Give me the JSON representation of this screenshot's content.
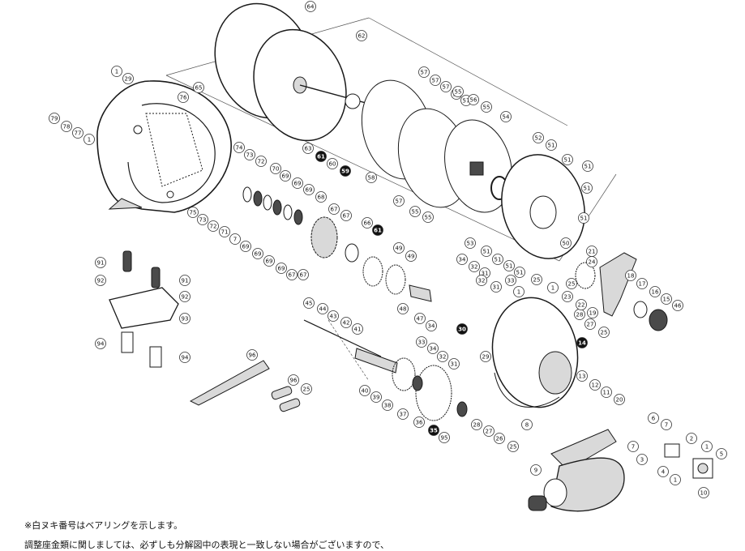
{
  "notes": {
    "line1": "※白ヌキ番号はベアリングを示します。",
    "line2": "調整座金類に関しましては、必ずしも分解図中の表現と一致しない場合がございますので、"
  },
  "colors": {
    "stroke": "#1a1a1a",
    "part_fill": "#ffffff",
    "part_shade": "#d9d9d9",
    "dark_part": "#4a4a4a",
    "bearing_badge": "#111111",
    "bearing_text": "#ffffff",
    "label_border": "#333333"
  },
  "part_labels": [
    {
      "n": "64",
      "bearing": false
    },
    {
      "n": "62",
      "bearing": false
    },
    {
      "n": "65",
      "bearing": false
    },
    {
      "n": "1",
      "bearing": false
    },
    {
      "n": "29",
      "bearing": false
    },
    {
      "n": "76",
      "bearing": false
    },
    {
      "n": "79",
      "bearing": false
    },
    {
      "n": "78",
      "bearing": false
    },
    {
      "n": "77",
      "bearing": false
    },
    {
      "n": "1",
      "bearing": false
    },
    {
      "n": "63",
      "bearing": false
    },
    {
      "n": "61",
      "bearing": true
    },
    {
      "n": "60",
      "bearing": false
    },
    {
      "n": "59",
      "bearing": true
    },
    {
      "n": "58",
      "bearing": false
    },
    {
      "n": "57",
      "bearing": false
    },
    {
      "n": "57",
      "bearing": false
    },
    {
      "n": "57",
      "bearing": false
    },
    {
      "n": "57",
      "bearing": false
    },
    {
      "n": "57",
      "bearing": false
    },
    {
      "n": "55",
      "bearing": false
    },
    {
      "n": "56",
      "bearing": false
    },
    {
      "n": "55",
      "bearing": false
    },
    {
      "n": "54",
      "bearing": false
    },
    {
      "n": "57",
      "bearing": false
    },
    {
      "n": "55",
      "bearing": false
    },
    {
      "n": "55",
      "bearing": false
    },
    {
      "n": "52",
      "bearing": false
    },
    {
      "n": "51",
      "bearing": false
    },
    {
      "n": "51",
      "bearing": false
    },
    {
      "n": "51",
      "bearing": false
    },
    {
      "n": "51",
      "bearing": false
    },
    {
      "n": "51",
      "bearing": false
    },
    {
      "n": "53",
      "bearing": false
    },
    {
      "n": "51",
      "bearing": false
    },
    {
      "n": "51",
      "bearing": false
    },
    {
      "n": "51",
      "bearing": false
    },
    {
      "n": "51",
      "bearing": false
    },
    {
      "n": "50",
      "bearing": false
    },
    {
      "n": "74",
      "bearing": false
    },
    {
      "n": "73",
      "bearing": false
    },
    {
      "n": "72",
      "bearing": false
    },
    {
      "n": "70",
      "bearing": false
    },
    {
      "n": "69",
      "bearing": false
    },
    {
      "n": "69",
      "bearing": false
    },
    {
      "n": "69",
      "bearing": false
    },
    {
      "n": "68",
      "bearing": false
    },
    {
      "n": "67",
      "bearing": false
    },
    {
      "n": "67",
      "bearing": false
    },
    {
      "n": "66",
      "bearing": false
    },
    {
      "n": "61",
      "bearing": true
    },
    {
      "n": "75",
      "bearing": false
    },
    {
      "n": "73",
      "bearing": false
    },
    {
      "n": "72",
      "bearing": false
    },
    {
      "n": "71",
      "bearing": false
    },
    {
      "n": "7",
      "bearing": false
    },
    {
      "n": "69",
      "bearing": false
    },
    {
      "n": "69",
      "bearing": false
    },
    {
      "n": "69",
      "bearing": false
    },
    {
      "n": "69",
      "bearing": false
    },
    {
      "n": "67",
      "bearing": false
    },
    {
      "n": "67",
      "bearing": false
    },
    {
      "n": "49",
      "bearing": false
    },
    {
      "n": "49",
      "bearing": false
    },
    {
      "n": "48",
      "bearing": false
    },
    {
      "n": "47",
      "bearing": false
    },
    {
      "n": "91",
      "bearing": false
    },
    {
      "n": "92",
      "bearing": false
    },
    {
      "n": "91",
      "bearing": false
    },
    {
      "n": "92",
      "bearing": false
    },
    {
      "n": "93",
      "bearing": false
    },
    {
      "n": "94",
      "bearing": false
    },
    {
      "n": "94",
      "bearing": false
    },
    {
      "n": "34",
      "bearing": false
    },
    {
      "n": "32",
      "bearing": false
    },
    {
      "n": "31",
      "bearing": false
    },
    {
      "n": "32",
      "bearing": false
    },
    {
      "n": "31",
      "bearing": false
    },
    {
      "n": "33",
      "bearing": false
    },
    {
      "n": "34",
      "bearing": false
    },
    {
      "n": "30",
      "bearing": true
    },
    {
      "n": "33",
      "bearing": false
    },
    {
      "n": "34",
      "bearing": false
    },
    {
      "n": "32",
      "bearing": false
    },
    {
      "n": "31",
      "bearing": false
    },
    {
      "n": "29",
      "bearing": false
    },
    {
      "n": "1",
      "bearing": false
    },
    {
      "n": "25",
      "bearing": false
    },
    {
      "n": "1",
      "bearing": false
    },
    {
      "n": "25",
      "bearing": false
    },
    {
      "n": "28",
      "bearing": false
    },
    {
      "n": "27",
      "bearing": false
    },
    {
      "n": "25",
      "bearing": false
    },
    {
      "n": "14",
      "bearing": true
    },
    {
      "n": "13",
      "bearing": false
    },
    {
      "n": "12",
      "bearing": false
    },
    {
      "n": "11",
      "bearing": false
    },
    {
      "n": "20",
      "bearing": false
    },
    {
      "n": "21",
      "bearing": false
    },
    {
      "n": "24",
      "bearing": false
    },
    {
      "n": "23",
      "bearing": false
    },
    {
      "n": "22",
      "bearing": false
    },
    {
      "n": "19",
      "bearing": false
    },
    {
      "n": "18",
      "bearing": false
    },
    {
      "n": "17",
      "bearing": false
    },
    {
      "n": "16",
      "bearing": false
    },
    {
      "n": "15",
      "bearing": false
    },
    {
      "n": "46",
      "bearing": false
    },
    {
      "n": "45",
      "bearing": false
    },
    {
      "n": "44",
      "bearing": false
    },
    {
      "n": "43",
      "bearing": false
    },
    {
      "n": "42",
      "bearing": false
    },
    {
      "n": "41",
      "bearing": false
    },
    {
      "n": "40",
      "bearing": false
    },
    {
      "n": "39",
      "bearing": false
    },
    {
      "n": "38",
      "bearing": false
    },
    {
      "n": "37",
      "bearing": false
    },
    {
      "n": "36",
      "bearing": false
    },
    {
      "n": "35",
      "bearing": true
    },
    {
      "n": "95",
      "bearing": false
    },
    {
      "n": "96",
      "bearing": false
    },
    {
      "n": "96",
      "bearing": false
    },
    {
      "n": "25",
      "bearing": false
    },
    {
      "n": "28",
      "bearing": false
    },
    {
      "n": "27",
      "bearing": false
    },
    {
      "n": "26",
      "bearing": false
    },
    {
      "n": "25",
      "bearing": false
    },
    {
      "n": "8",
      "bearing": false
    },
    {
      "n": "6",
      "bearing": false
    },
    {
      "n": "7",
      "bearing": false
    },
    {
      "n": "7",
      "bearing": false
    },
    {
      "n": "3",
      "bearing": false
    },
    {
      "n": "2",
      "bearing": false
    },
    {
      "n": "1",
      "bearing": false
    },
    {
      "n": "5",
      "bearing": false
    },
    {
      "n": "4",
      "bearing": false
    },
    {
      "n": "1",
      "bearing": false
    },
    {
      "n": "10",
      "bearing": false
    },
    {
      "n": "9",
      "bearing": false
    }
  ]
}
